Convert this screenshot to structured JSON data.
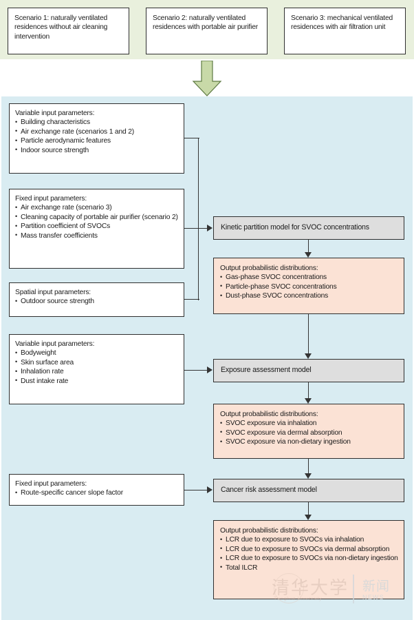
{
  "figure": {
    "type": "flowchart",
    "colors": {
      "header_band": "#e9f0dd",
      "main_panel": "#d9ecf2",
      "process_box": "#dedede",
      "output_box": "#fbe2d5",
      "input_box": "#ffffff",
      "line": "#343434",
      "arrow_fill": "#c8d9a8"
    }
  },
  "scenarios": [
    {
      "text": "Scenario 1: naturally ventilated residences without air cleaning intervention"
    },
    {
      "text": "Scenario 2: naturally ventilated residences with portable air purifier"
    },
    {
      "text": "Scenario 3: mechanical ventilated residences with air filtration unit"
    }
  ],
  "inputs": {
    "variable_env": {
      "title": "Variable input parameters:",
      "items": [
        "Building characteristics",
        "Air exchange rate (scenarios 1 and 2)",
        "Particle aerodynamic features",
        "Indoor source strength"
      ]
    },
    "fixed_env": {
      "title": "Fixed input parameters:",
      "items": [
        "Air exchange rate (scenario 3)",
        "Cleaning capacity of portable air purifier (scenario 2)",
        "Partition coefficient of SVOCs",
        "Mass transfer coefficients"
      ]
    },
    "spatial": {
      "title": "Spatial input parameters:",
      "items": [
        "Outdoor source strength"
      ]
    },
    "variable_exposure": {
      "title": "Variable input parameters:",
      "items": [
        "Bodyweight",
        "Skin surface area",
        "Inhalation rate",
        "Dust intake rate"
      ]
    },
    "fixed_risk": {
      "title": "Fixed input parameters:",
      "items": [
        "Route-specific cancer slope factor"
      ]
    }
  },
  "models": {
    "kinetic": "Kinetic partition model for SVOC concentrations",
    "exposure": "Exposure assessment model",
    "cancer": "Cancer risk assessment model"
  },
  "outputs": {
    "concentrations": {
      "title": "Output probabilistic distributions:",
      "items": [
        "Gas-phase SVOC concentrations",
        "Particle-phase SVOC concentrations",
        "Dust-phase SVOC concentrations"
      ]
    },
    "exposure": {
      "title": "Output probabilistic distributions:",
      "items": [
        "SVOC exposure via inhalation",
        "SVOC exposure via dermal absorption",
        "SVOC exposure via non-dietary ingestion"
      ]
    },
    "risk": {
      "title": "Output probabilistic distributions:",
      "items": [
        "LCR due to exposure to SVOCs via inhalation",
        "LCR due to exposure to SVOCs via dermal absorption",
        "LCR due to exposure to SVOCs via non-dietary ingestion",
        "Total ILCR"
      ]
    }
  },
  "watermark": {
    "university": "清华大学",
    "university_sub": "Tsinghua University",
    "news": "新闻",
    "news_sub": "NEWS"
  }
}
